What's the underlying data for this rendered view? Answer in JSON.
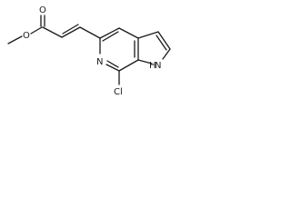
{
  "molecule": {
    "atoms": {
      "carbonyl_oxygen": "O",
      "ester_oxygen": "O",
      "pyridine_nitrogen": "N",
      "pyrrole_nitrogen": "N",
      "pyrrole_hydrogen": "H",
      "chlorine": "Cl"
    }
  }
}
